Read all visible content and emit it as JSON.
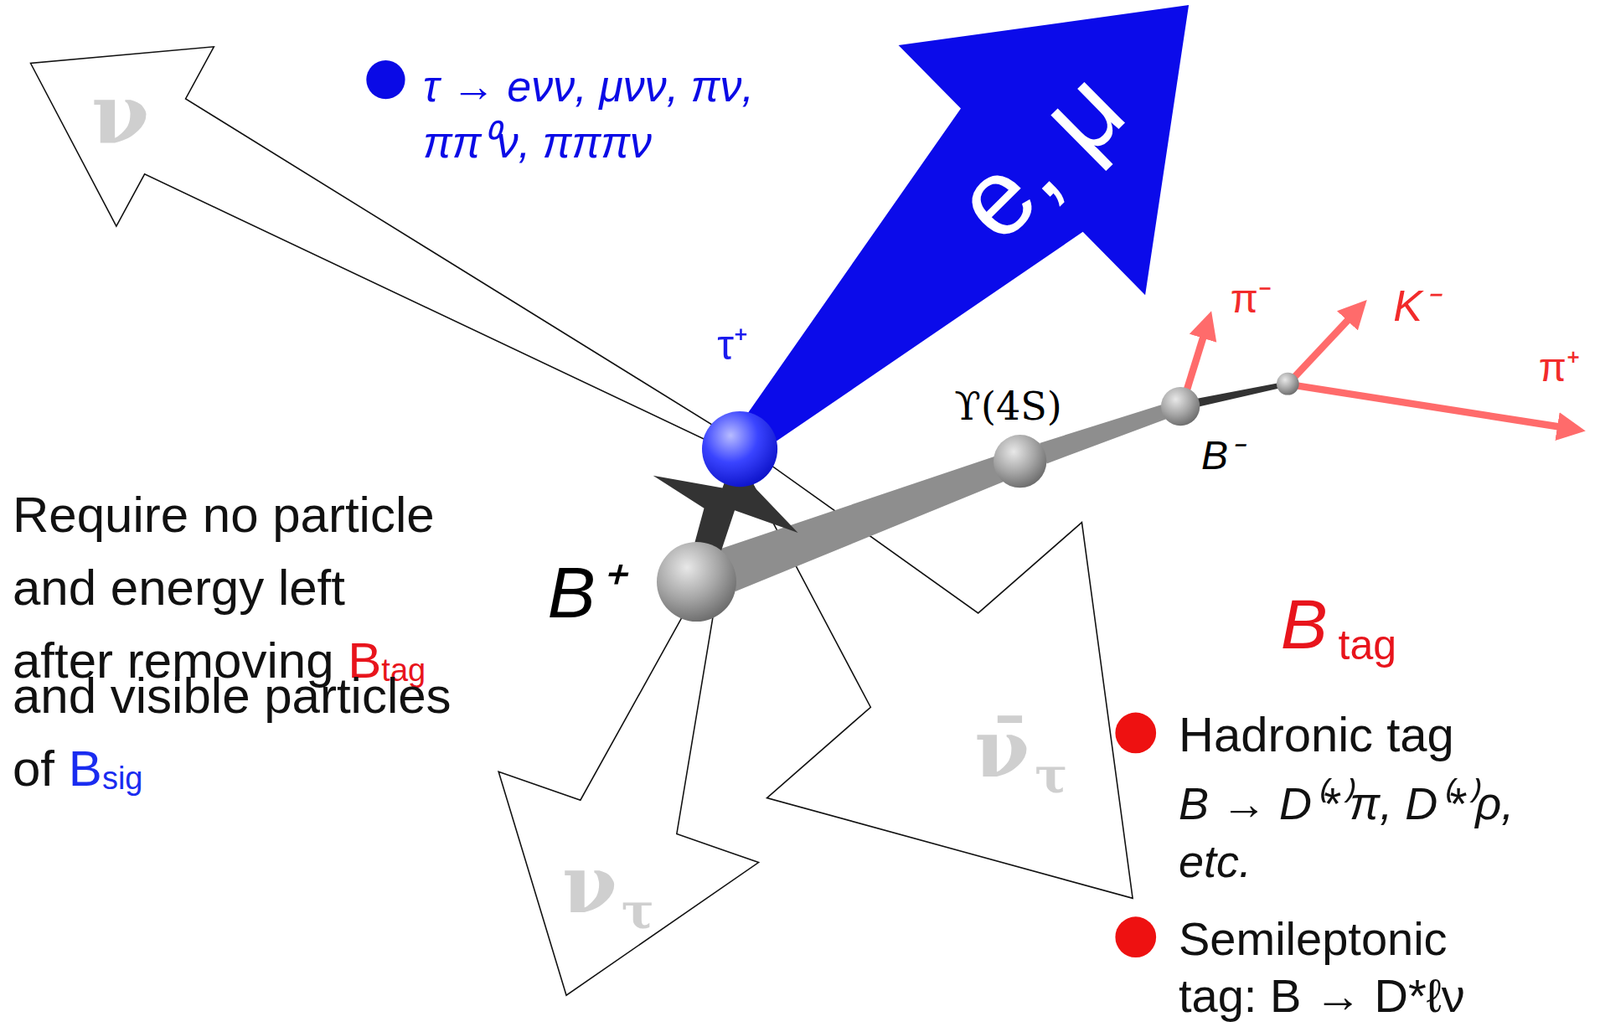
{
  "diagram": {
    "nodes": [
      {
        "text": [
          "τ⁺"
        ]
      },
      {
        "text": [
          "B⁺"
        ]
      },
      {
        "text": [
          "ϒ(4S)"
        ]
      },
      {
        "text": [
          "B⁻"
        ]
      }
    ],
    "edges": [
      {
        "from": 2,
        "to": 1,
        "arrow": "none"
      },
      {
        "from": 2,
        "to": 3,
        "arrow": "none"
      }
    ],
    "labels": [
      "τ → eνν, μνν, πν, ππ⁰ν, πππν",
      "ν",
      "e, μ",
      "π⁻",
      "K⁻",
      "π⁺",
      "Require no particle and energy left after removing",
      "B",
      "tag",
      "and visible particles of",
      "B",
      "sig",
      "ν̄",
      "τ",
      "ν",
      "τ",
      "B",
      "tag",
      "Hadronic tag",
      "B → D⁽*⁾π, D⁽*⁾ρ, etc.",
      "Semileptonic tag: B → D*ℓν"
    ]
  }
}
